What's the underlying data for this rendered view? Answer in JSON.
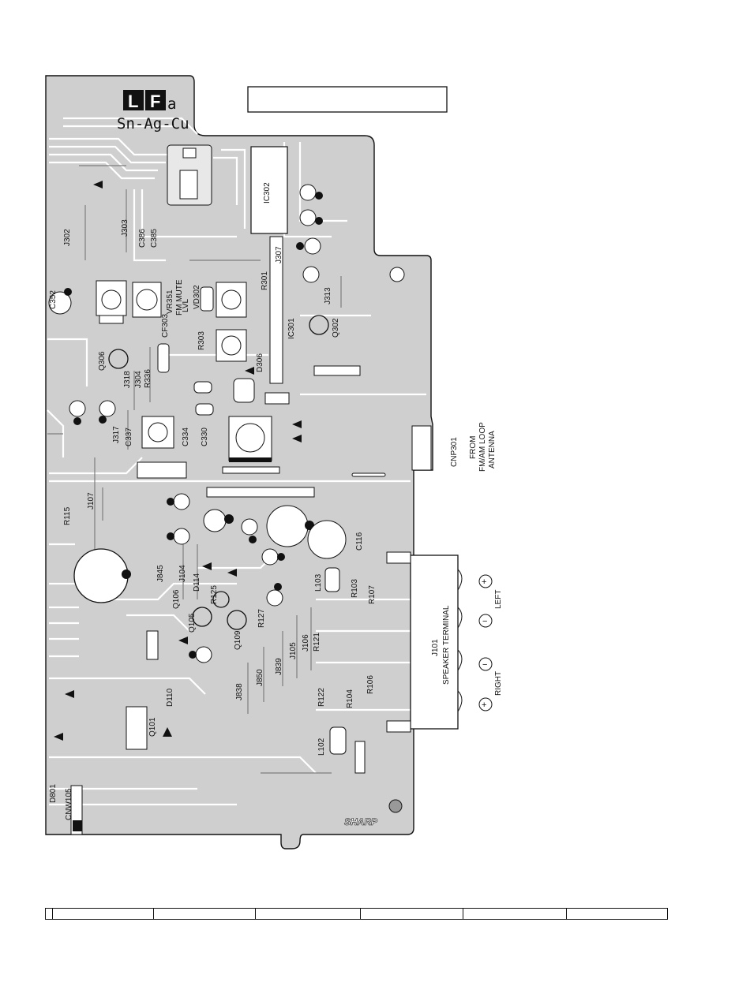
{
  "logo": {
    "letters": [
      "L",
      "F"
    ],
    "suffix": "a",
    "alloy": "Sn-Ag-Cu"
  },
  "labels": {
    "ic302": "IC302",
    "ic301": "IC301",
    "c386": "C386",
    "c385": "C385",
    "j303": "J303",
    "j302": "J302",
    "c352": "C352",
    "vr351": "VR351",
    "fm_mute": "FM MUTE",
    "lvl": "LVL",
    "vd302": "VD302",
    "cf303": "CF303",
    "r303": "R303",
    "r301": "R301",
    "j307": "J307",
    "j313": "J313",
    "q302": "Q302",
    "d306": "D306",
    "q306": "Q306",
    "r336": "R336",
    "j304": "J304",
    "j318": "J318",
    "j317": "J317",
    "c337": "C337",
    "c334": "C334",
    "c330": "C330",
    "cnp301": "CNP301",
    "r115": "R115",
    "j107": "J107",
    "c116": "C116",
    "j845": "J845",
    "j104": "J104",
    "d114": "D114",
    "q106": "Q106",
    "r125": "R125",
    "q105": "Q105",
    "q109": "Q109",
    "r127": "R127",
    "j105": "J105",
    "j106": "J106",
    "r121": "R121",
    "j839": "J839",
    "j850": "J850",
    "j838": "J838",
    "l103": "L103",
    "r103": "R103",
    "r107": "R107",
    "r122": "R122",
    "r104": "R104",
    "r106": "R106",
    "l102": "L102",
    "d110": "D110",
    "q101": "Q101",
    "d801": "D801",
    "cnw105": "CNW105",
    "j101": "J101"
  },
  "annotations": {
    "from": "FROM",
    "fm_am_loop": "FM/AM LOOP",
    "antenna": "ANTENNA",
    "speaker_terminal": "SPEAKER TERMINAL",
    "left": "LEFT",
    "right": "RIGHT",
    "plus": "+",
    "minus": "−"
  },
  "brand": "SHARP",
  "colors": {
    "board": "#cfcfcf",
    "ink": "#111111",
    "trace": "#ffffff"
  }
}
